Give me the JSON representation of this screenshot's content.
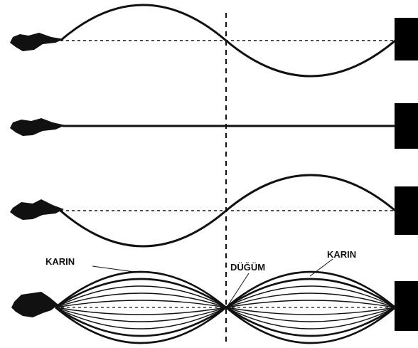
{
  "labels": {
    "antinode_left": "KARIN",
    "node": "DÜĞÜM",
    "antinode_right": "KARIN"
  },
  "colors": {
    "ink": "#111111",
    "background": "#ffffff"
  },
  "panels": [
    {
      "phase": "crest-left"
    },
    {
      "phase": "flat"
    },
    {
      "phase": "trough-left"
    },
    {
      "phase": "superposed"
    }
  ]
}
